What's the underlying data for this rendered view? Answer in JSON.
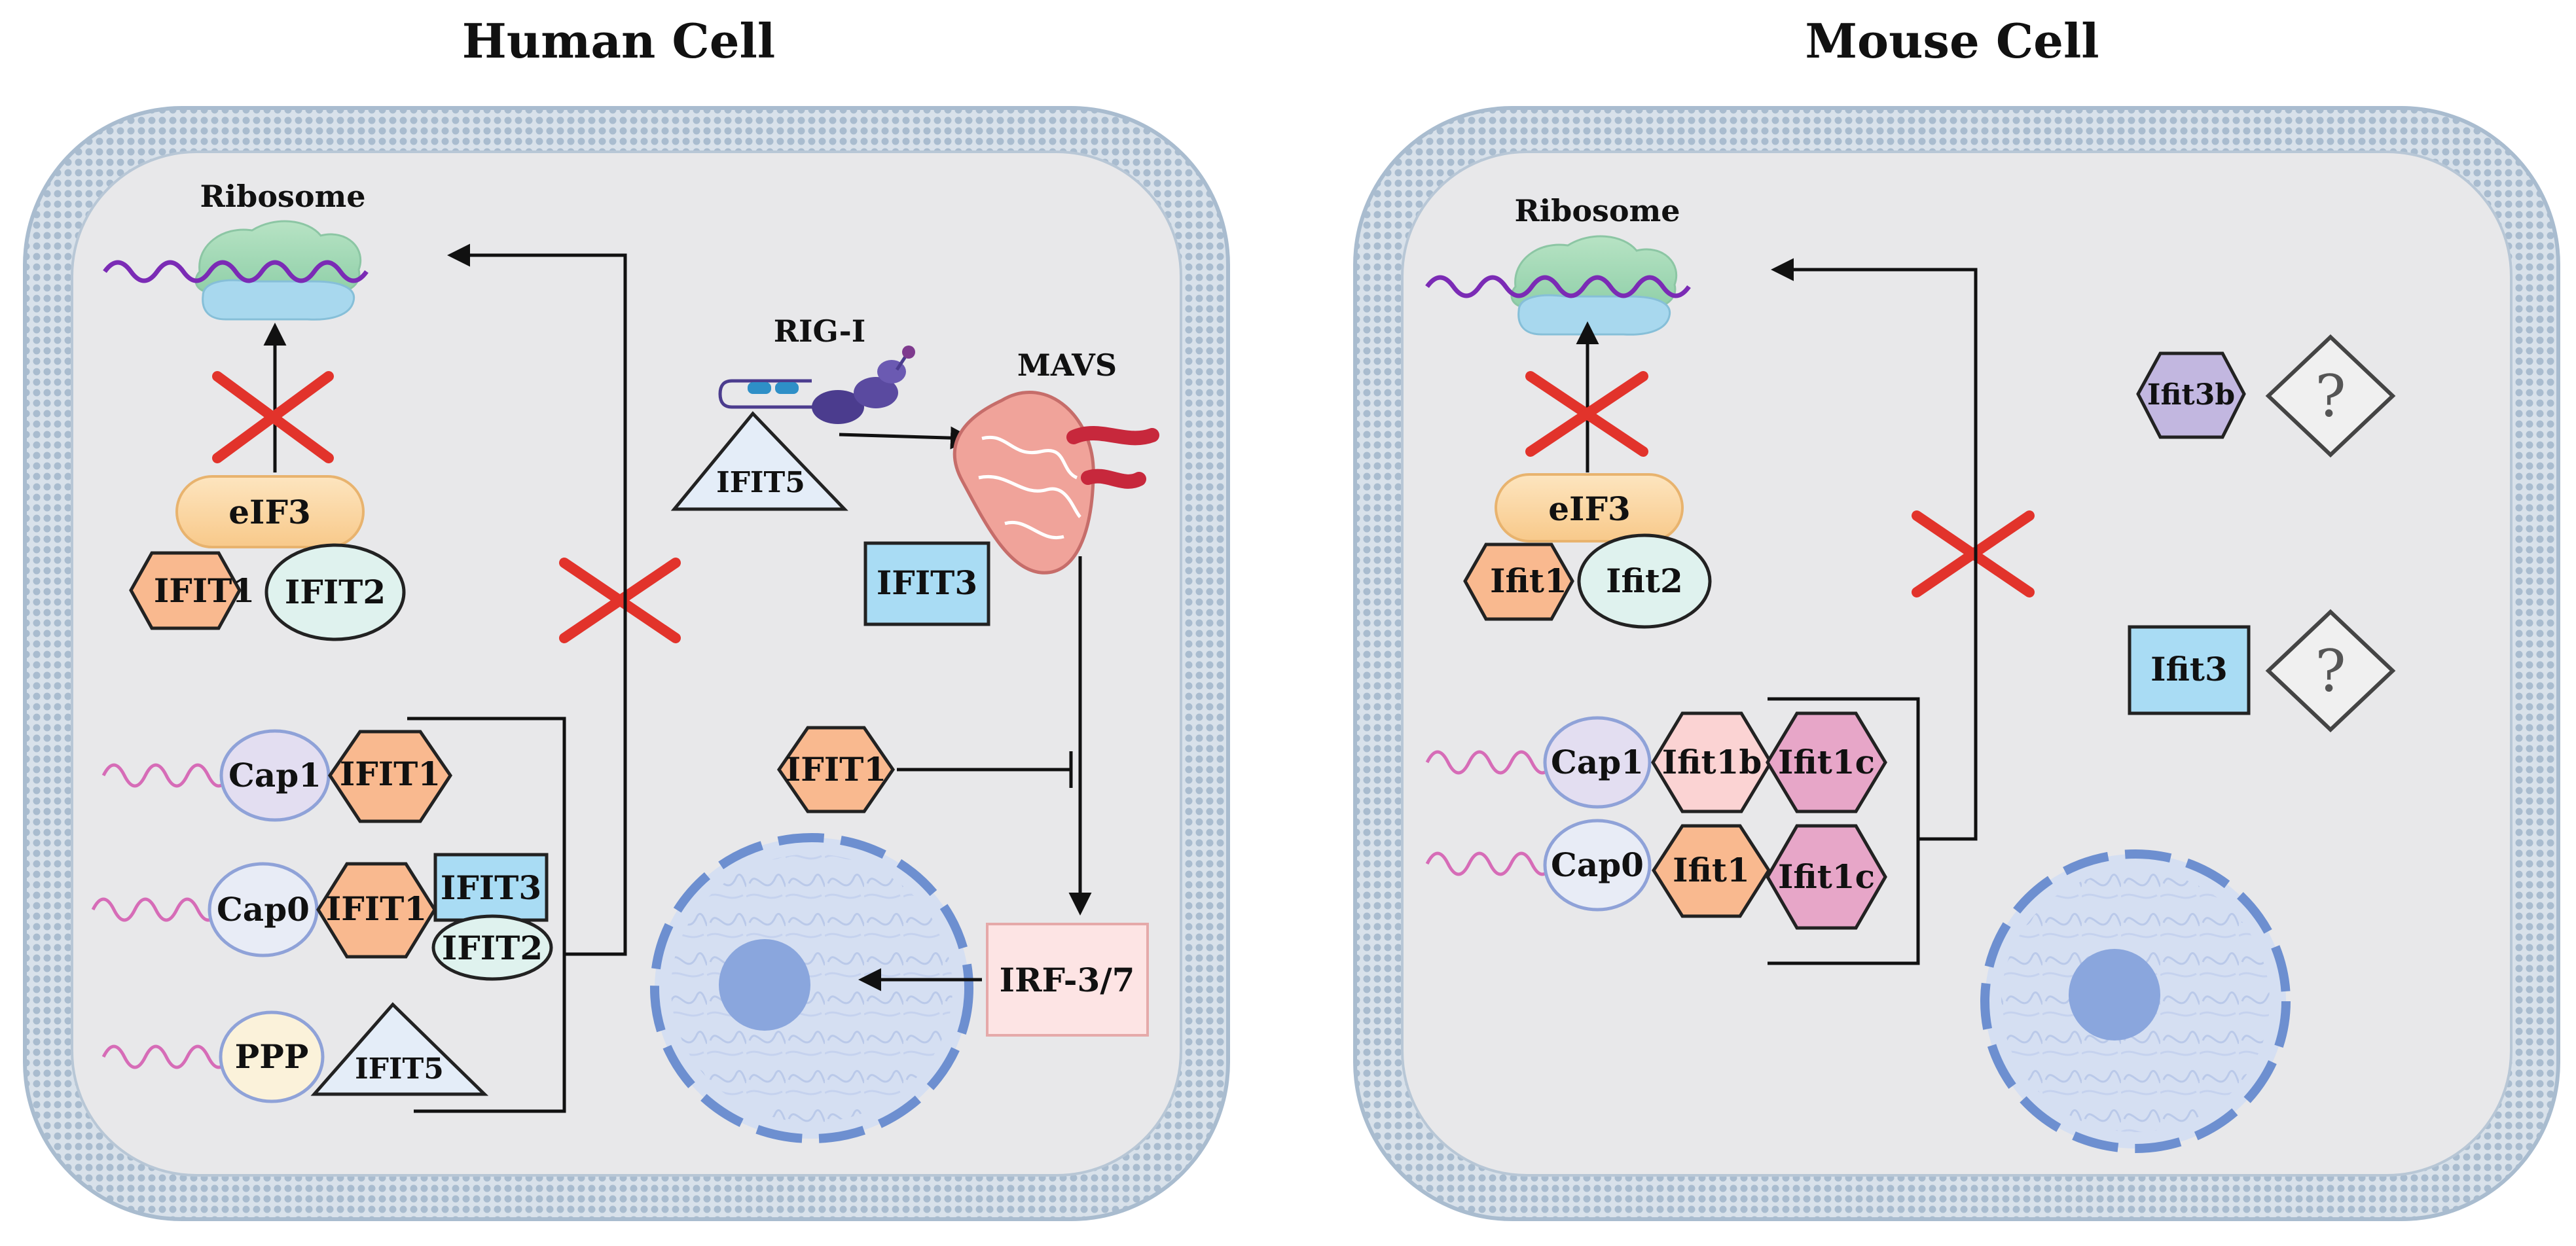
{
  "panels": {
    "human": {
      "title": "Human Cell",
      "ribosome": "Ribosome",
      "eif3": "eIF3",
      "ifit1_complex": "IFIT1",
      "ifit2_complex": "IFIT2",
      "rig_i": "RIG-I",
      "ifit5_rig": "IFIT5",
      "mavs": "MAVS",
      "ifit3_mavs": "IFIT3",
      "ifit1_free": "IFIT1",
      "irf": "IRF-3/7",
      "cap1": "Cap1",
      "cap1_ifit1": "IFIT1",
      "cap0": "Cap0",
      "cap0_ifit1": "IFIT1",
      "cap0_ifit3": "IFIT3",
      "cap0_ifit2": "IFIT2",
      "ppp": "PPP",
      "ppp_ifit5": "IFIT5"
    },
    "mouse": {
      "title": "Mouse Cell",
      "ribosome": "Ribosome",
      "eif3": "eIF3",
      "ifit1_complex": "Ifit1",
      "ifit2_complex": "Ifit2",
      "ifit3b": "Ifit3b",
      "ifit3b_q": "?",
      "ifit3": "Ifit3",
      "ifit3_q": "?",
      "cap1": "Cap1",
      "cap1_ifit1b": "Ifit1b",
      "cap1_ifit1c": "Ifit1c",
      "cap0": "Cap0",
      "cap0_ifit1": "Ifit1",
      "cap0_ifit1c": "Ifit1c"
    }
  },
  "colors": {
    "cytoplasm": "#e8e8ea",
    "membrane": "#a9bccf",
    "ifit1": "#f9b98f",
    "ifit2": "#dff2ee",
    "ifit3": "#a9dcf4",
    "eif3": "#fbd7a2",
    "cap": "#e3def1",
    "ppp": "#fbf2da",
    "ifit5": "#e4edf8",
    "ifit1b": "#fbd3d3",
    "ifit1c": "#e7a6c8",
    "ifit3b": "#c2b7e0",
    "irf": "#fde4e4",
    "inhibit_x": "#e2332b",
    "mrna": "#7b2bb5",
    "rna_tail": "#d66cb7",
    "ribo_large": "#9fd6b2",
    "ribo_small": "#a8d8ee",
    "nucleus": "#9db3e0",
    "mito": "#f0a39a",
    "mavs_tail": "#c7283c",
    "rig": "#4b3c8e"
  }
}
